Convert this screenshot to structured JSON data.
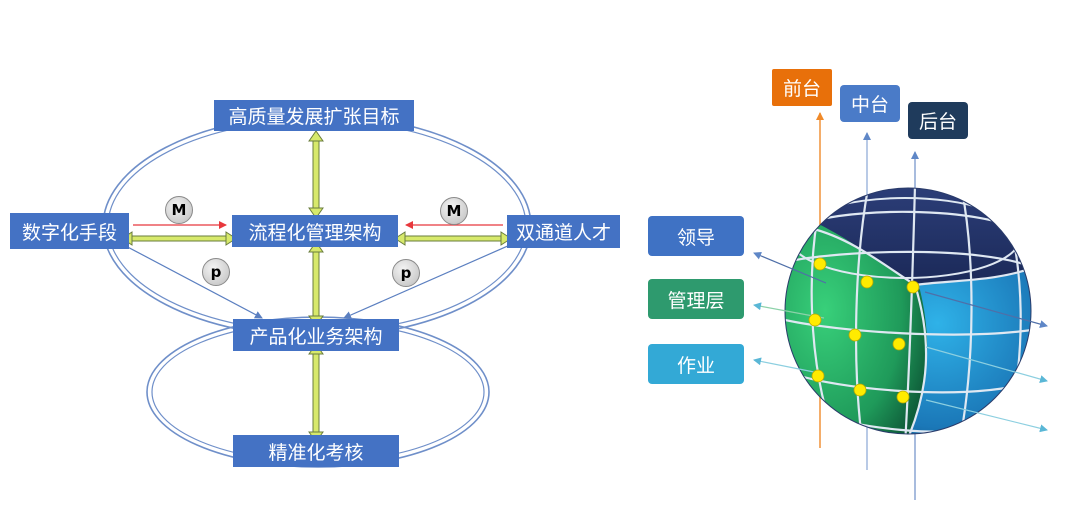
{
  "left": {
    "top": "高质量发展扩张目标",
    "left": "数字化手段",
    "center": "流程化管理架构",
    "right": "双通道人才",
    "product": "产品化业务架构",
    "bottom": "精准化考核",
    "badge_m": "M",
    "badge_p": "p"
  },
  "right": {
    "front": "前台",
    "middle": "中台",
    "back": "后台",
    "leader": "领导",
    "mgmt": "管理层",
    "work": "作业"
  },
  "colors": {
    "box_blue": "#4472c4",
    "front_orange": "#e8700a",
    "middle_blue": "#4a7bc8",
    "back_navy": "#1f3b5c",
    "leader_blue": "#3f72c4",
    "mgmt_green": "#2e9a6e",
    "work_cyan": "#33a9d6",
    "node_yellow": "#ffeb00"
  }
}
